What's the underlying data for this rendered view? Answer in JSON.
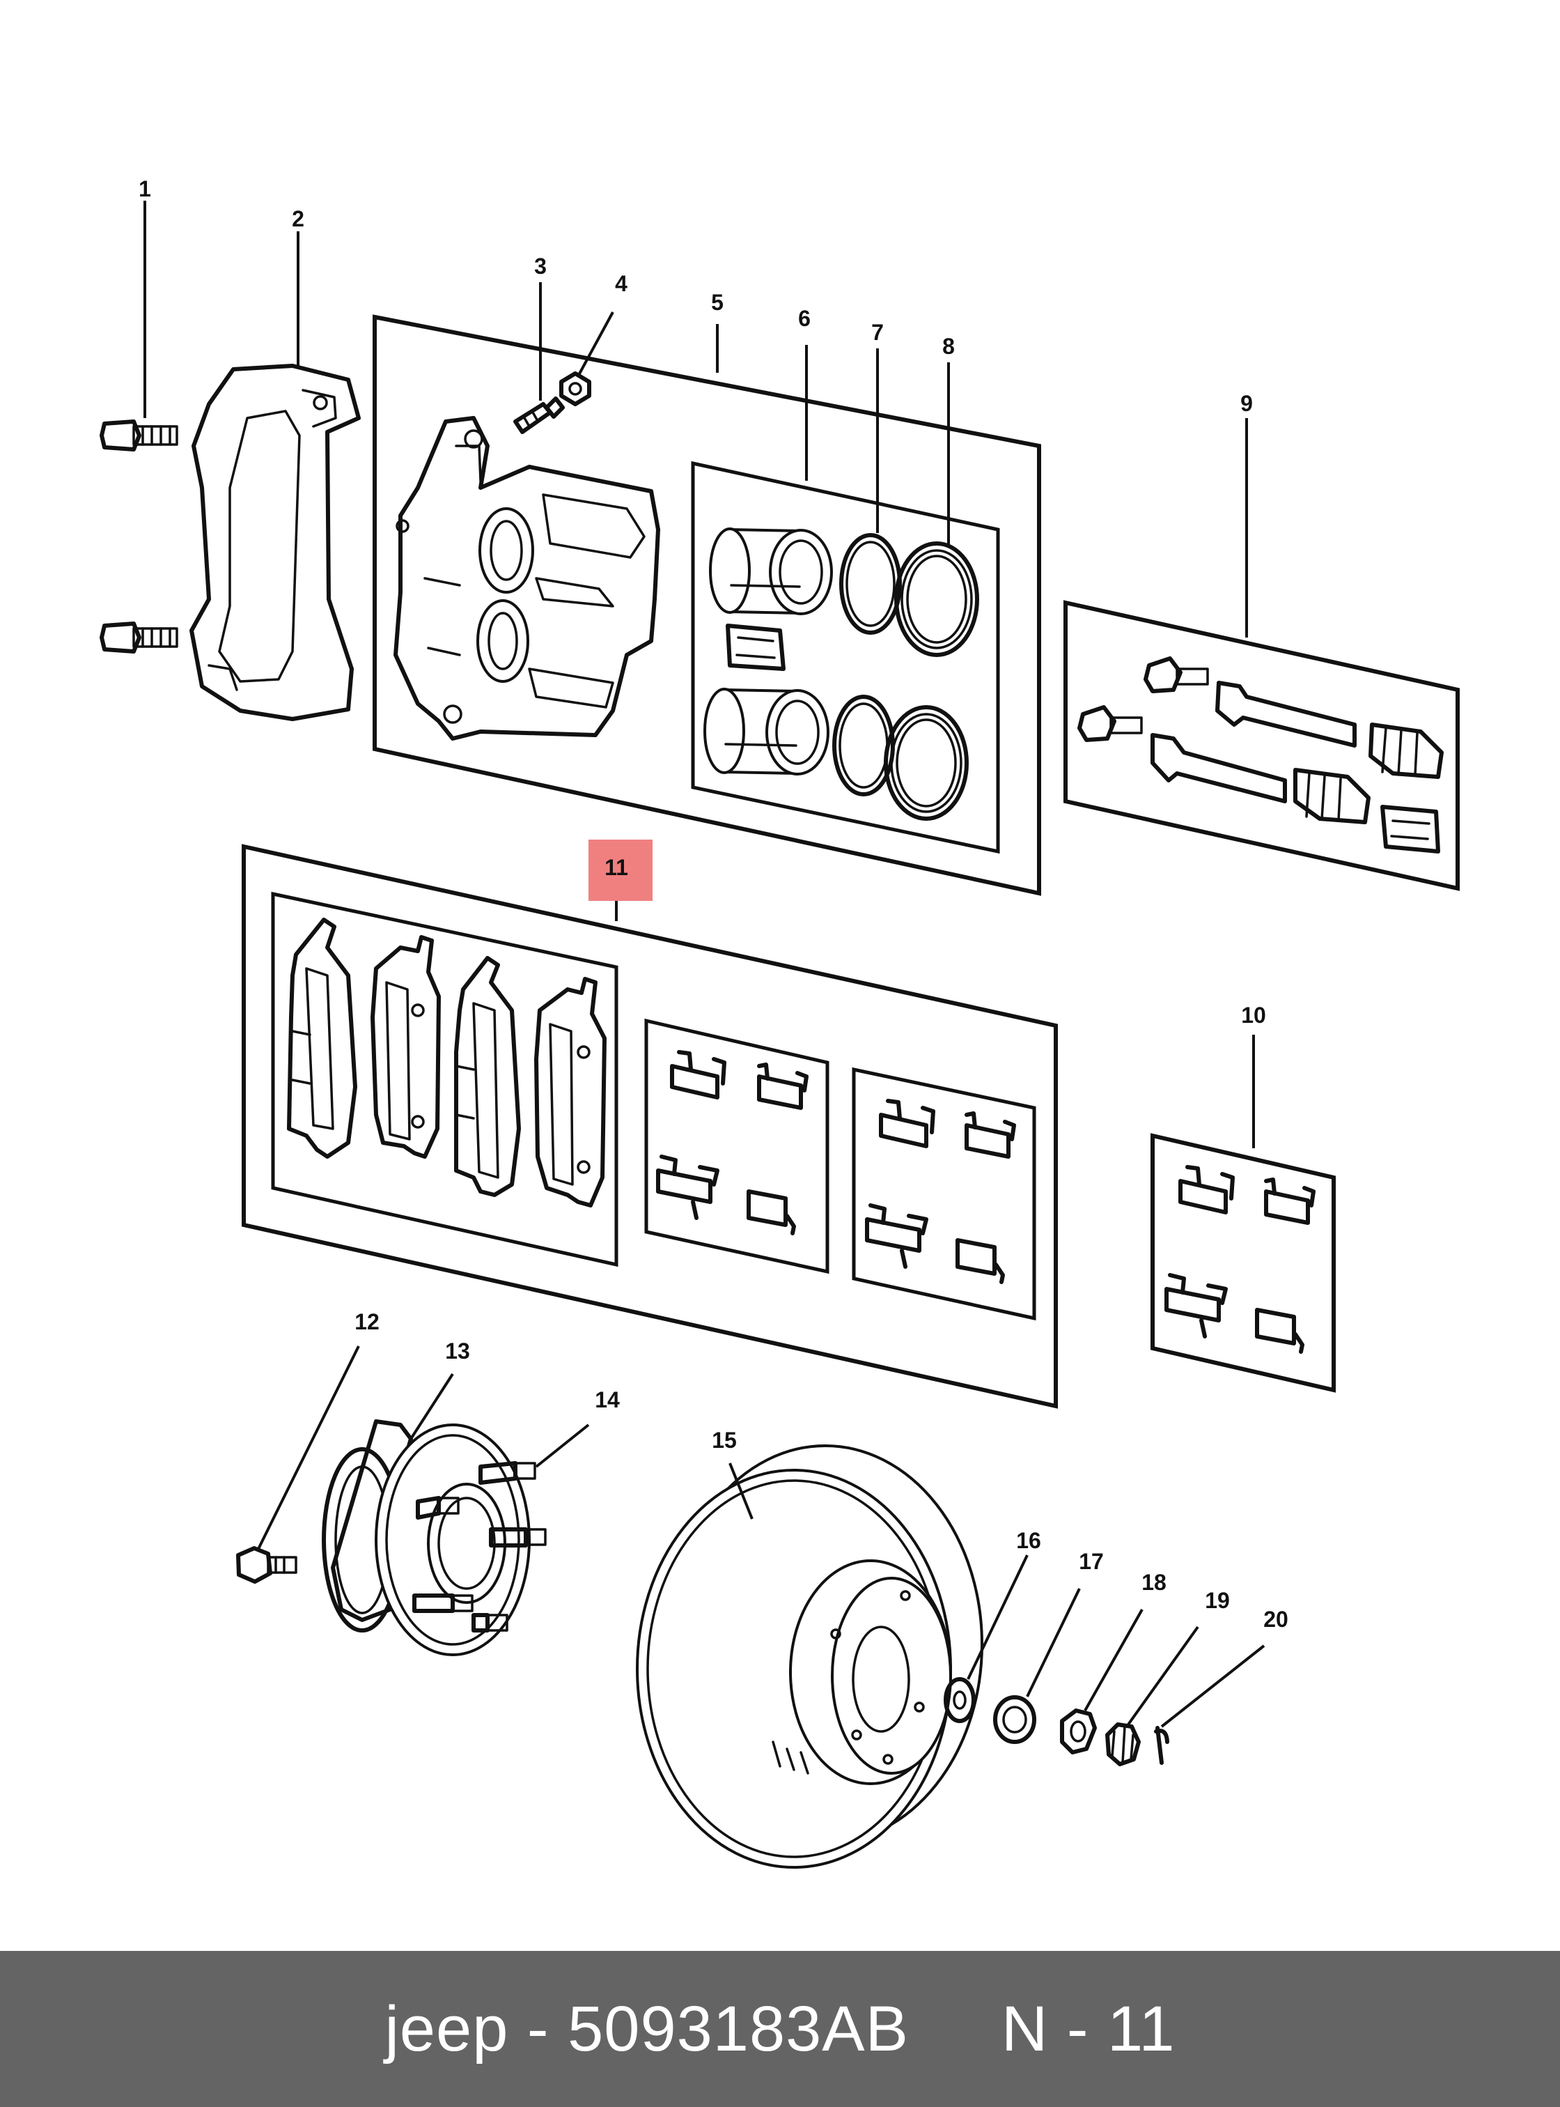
{
  "callouts": [
    "1",
    "2",
    "3",
    "4",
    "5",
    "6",
    "7",
    "8",
    "9",
    "10",
    "11",
    "12",
    "13",
    "14",
    "15",
    "16",
    "17",
    "18",
    "19",
    "20"
  ],
  "highlight": {
    "label": "11",
    "color": "#f08080"
  },
  "footer": {
    "brand": "jeep",
    "sep1": " - ",
    "part_number": "5093183AB",
    "gap": "     ",
    "ref": "N - 11",
    "background": "#646464",
    "text_color": "#ffffff"
  }
}
